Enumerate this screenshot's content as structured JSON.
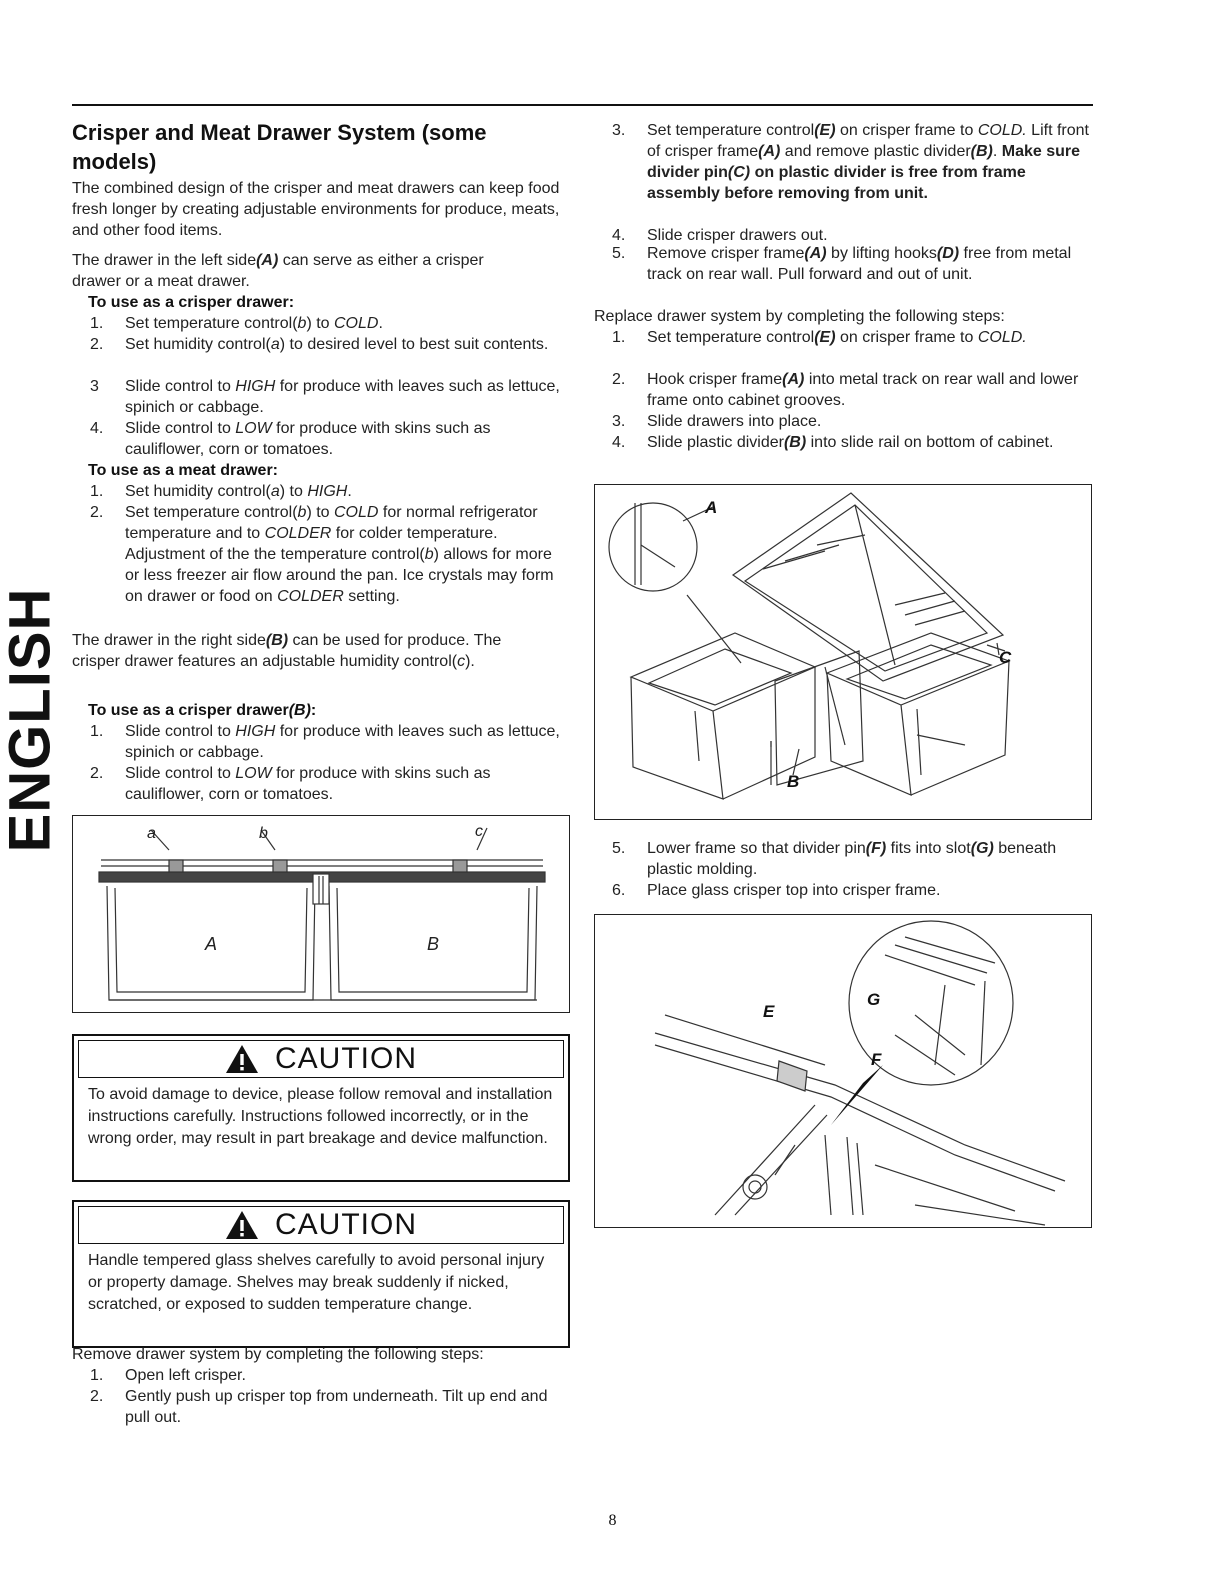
{
  "side_tab": "ENGLISH",
  "title": "Crisper and Meat Drawer System (some models)",
  "left": {
    "intro": "The combined design of the crisper and meat drawers can keep food fresh longer by creating adjustable environments for produce, meats, and other food items.",
    "left_drawer": "The drawer in the left side(A) can serve as either a crisper drawer or a meat drawer.",
    "crisper_heading": "To use as a crisper drawer:",
    "crisper_steps": [
      {
        "n": "1.",
        "t": "Set temperature control(b) to COLD."
      },
      {
        "n": "2.",
        "t": "Set humidity control(a) to desired level to best suit contents."
      },
      {
        "n": "3",
        "t": "Slide control to HIGH for produce with leaves such as lettuce, spinich or cabbage."
      },
      {
        "n": "4.",
        "t": "Slide control to LOW for produce with skins such as cauliflower, corn or tomatoes."
      }
    ],
    "meat_heading": "To use as a meat drawer:",
    "meat_steps": [
      {
        "n": "1.",
        "t": "Set humidity control(a) to HIGH."
      },
      {
        "n": "2.",
        "t": "Set temperature control(b) to COLD for normal refrigerator temperature and to COLDER for colder temperature. Adjustment of the the temperature control(b) allows for more or less freezer air flow around the pan. Ice crystals may form on drawer or food on COLDER setting."
      }
    ],
    "right_drawer": "The drawer in the right side(B) can be used for produce. The crisper drawer features an adjustable humidity control(c).",
    "crisperB_heading": "To use as a crisper drawer(B):",
    "crisperB_steps": [
      {
        "n": "1.",
        "t": "Slide control to HIGH for produce with leaves such as lettuce, spinich or cabbage."
      },
      {
        "n": "2.",
        "t": "Slide control to LOW for produce with skins such as cauliflower, corn or tomatoes."
      }
    ],
    "figure_labels": {
      "a": "a",
      "b": "b",
      "c": "c",
      "A": "A",
      "B": "B"
    },
    "caution1": {
      "title": "CAUTION",
      "text": "To avoid damage to device, please follow removal and installation instructions carefully. Instructions followed incorrectly, or in the wrong order, may result in part breakage and device malfunction."
    },
    "caution2": {
      "title": "CAUTION",
      "text": "Handle tempered glass shelves carefully to avoid personal injury or property damage. Shelves may break suddenly if nicked, scratched, or exposed to sudden temperature change."
    },
    "remove_intro": "Remove drawer system by completing the following steps:",
    "remove_steps": [
      {
        "n": "1.",
        "t": "Open left crisper."
      },
      {
        "n": "2.",
        "t": "Gently push up crisper top from underneath. Tilt up end and pull out."
      }
    ]
  },
  "right": {
    "remove_steps_cont": [
      {
        "n": "3.",
        "t": "Set temperature control(E) on crisper frame to COLD. Lift front of crisper frame(A) and remove plastic divider(B). Make sure divider pin(C) on plastic divider is free from frame assembly before removing from unit."
      },
      {
        "n": "4.",
        "t": "Slide crisper drawers out."
      },
      {
        "n": "5.",
        "t": "Remove crisper frame(A) by lifting hooks(D) free from metal track on rear wall. Pull forward and out of unit."
      }
    ],
    "replace_intro": "Replace drawer system by completing the following steps:",
    "replace_steps": [
      {
        "n": "1.",
        "t": "Set temperature control(E) on crisper frame to COLD."
      },
      {
        "n": "2.",
        "t": "Hook crisper frame(A) into metal track on rear wall and lower frame onto cabinet grooves."
      },
      {
        "n": "3.",
        "t": "Slide drawers into place."
      },
      {
        "n": "4.",
        "t": "Slide plastic divider(B) into slide rail on bottom of cabinet."
      }
    ],
    "figure2_labels": {
      "A": "A",
      "C": "C",
      "B": "B"
    },
    "replace_steps_cont": [
      {
        "n": "5.",
        "t": "Lower frame so that divider pin(F) fits into slot(G) beneath plastic molding."
      },
      {
        "n": "6.",
        "t": "Place glass crisper top into crisper frame."
      }
    ],
    "figure3_labels": {
      "E": "E",
      "G": "G",
      "F": "F"
    }
  },
  "page_number": "8"
}
